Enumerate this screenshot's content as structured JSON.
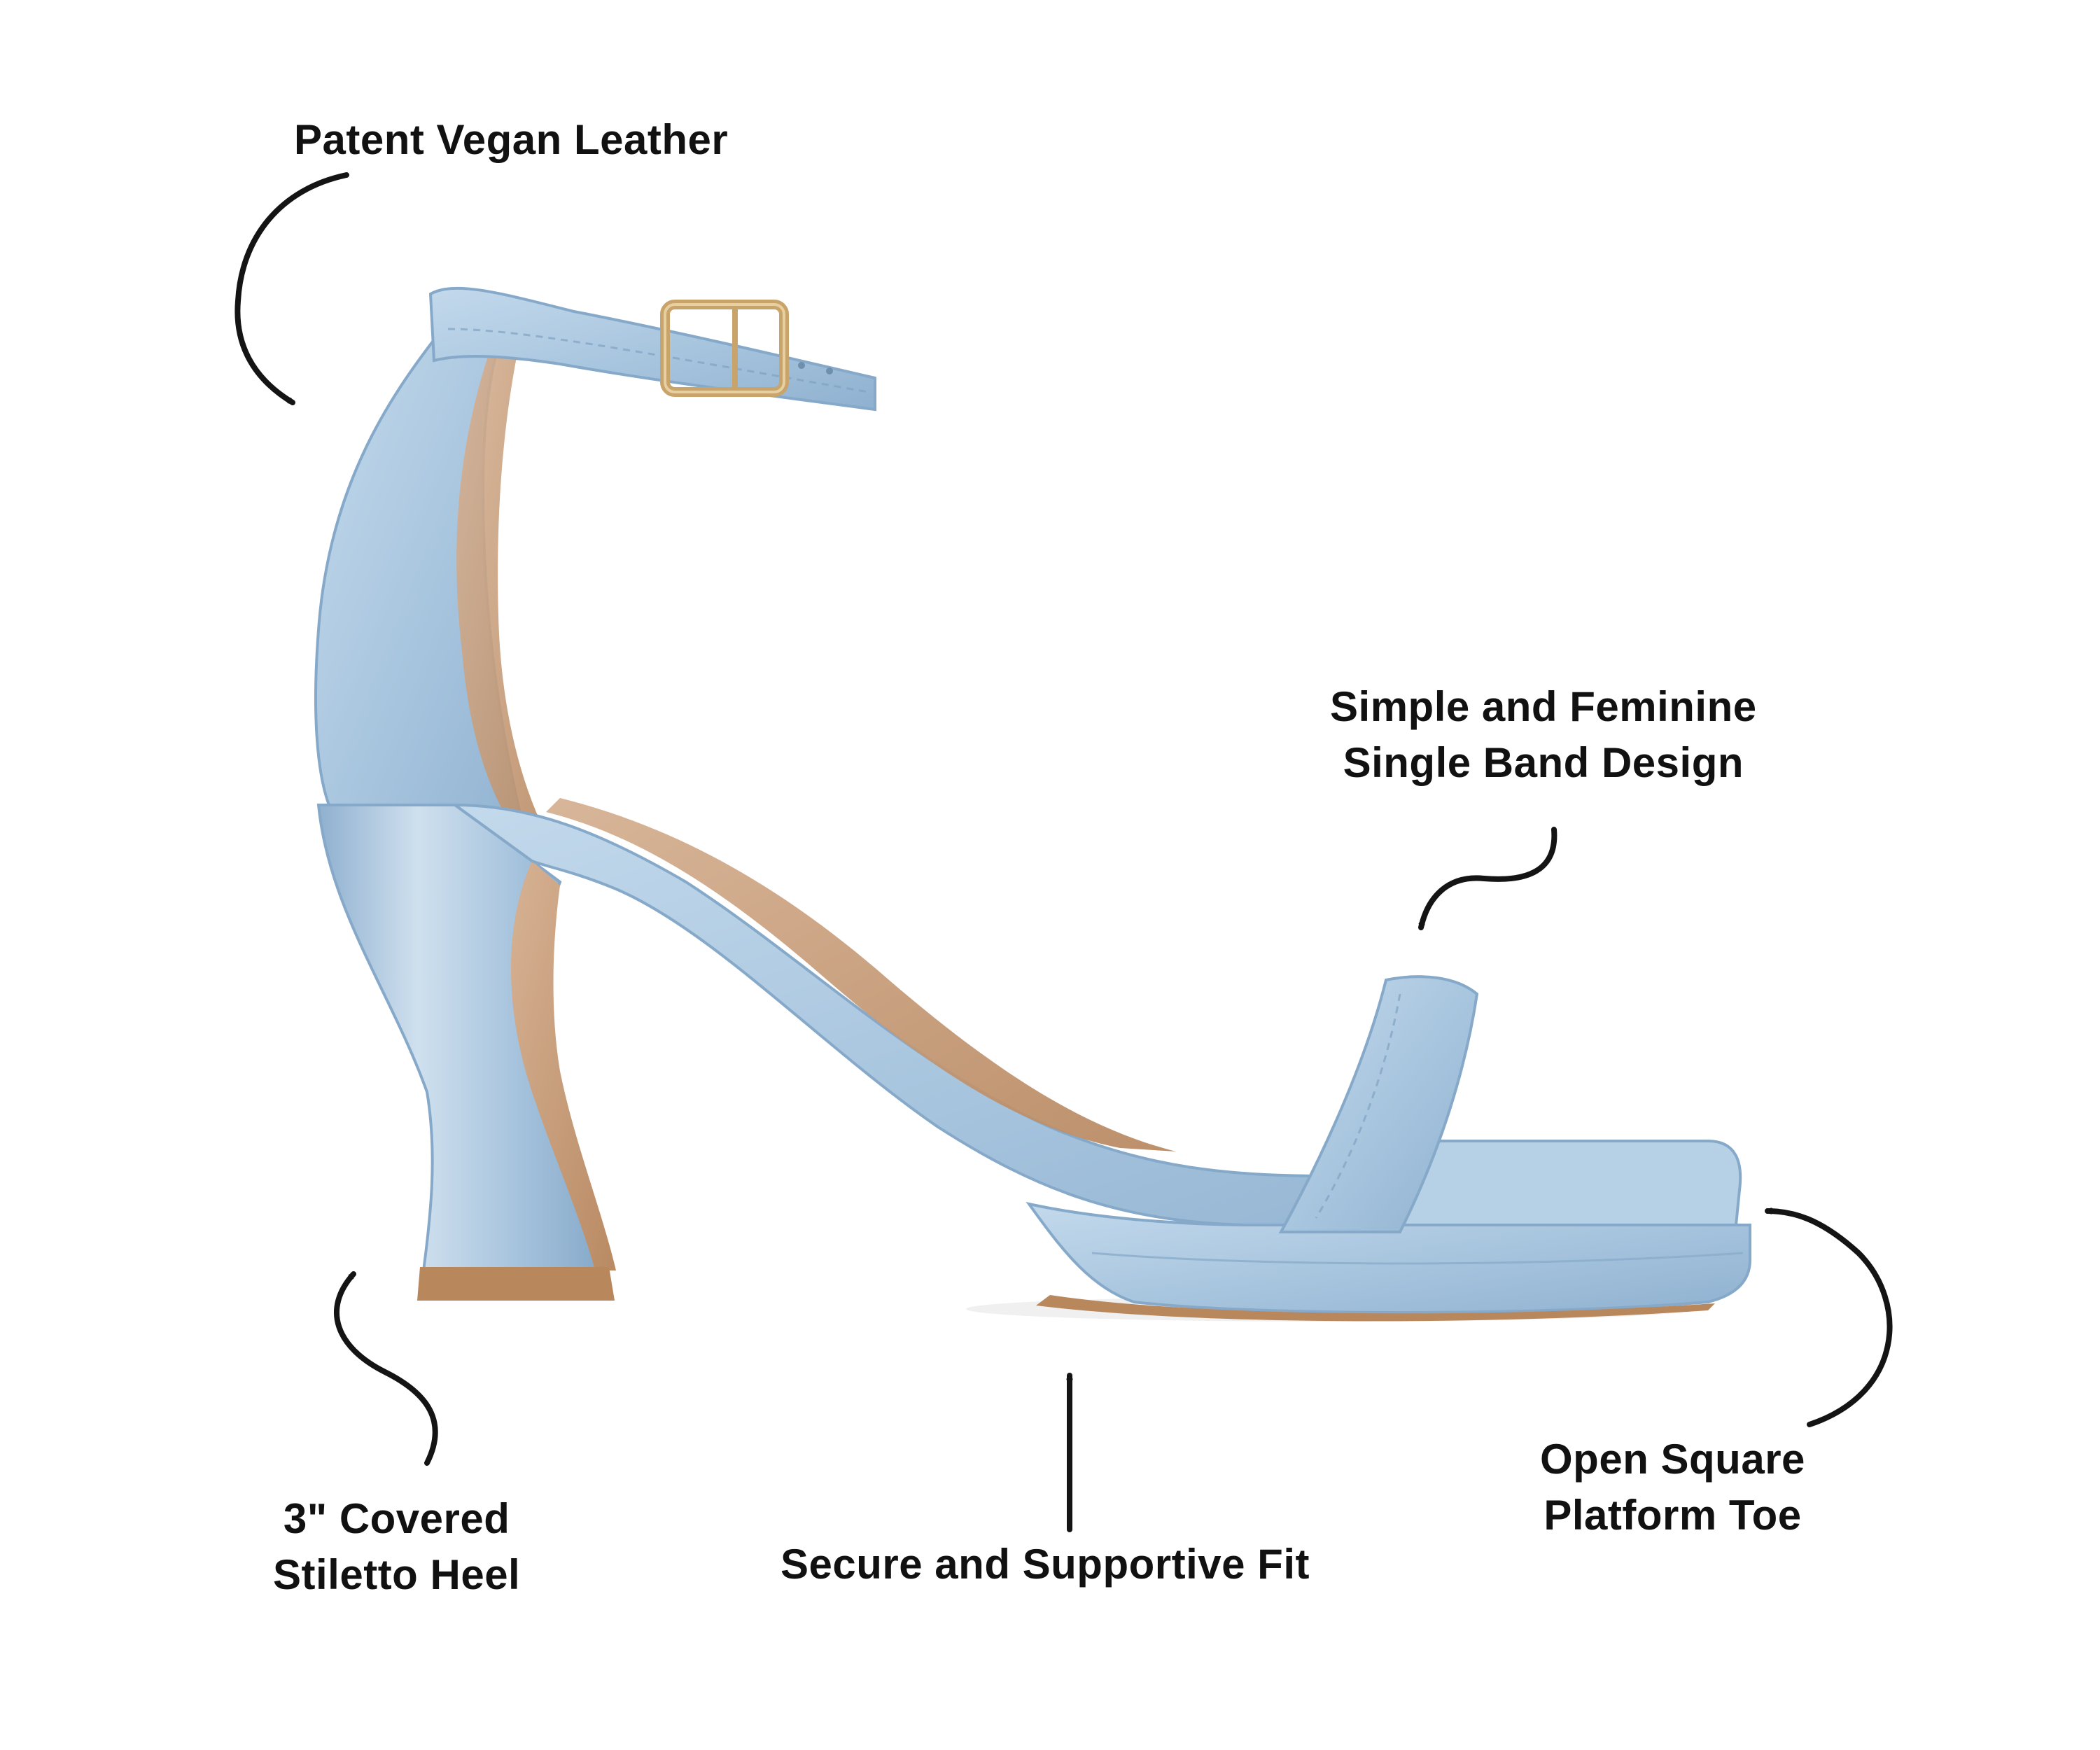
{
  "callouts": {
    "material": {
      "lines": [
        "Patent Vegan Leather"
      ]
    },
    "band": {
      "lines": [
        "Simple and Feminine",
        "Single Band Design"
      ]
    },
    "heel": {
      "lines": [
        "3\" Covered",
        "Stiletto Heel"
      ]
    },
    "fit": {
      "lines": [
        "Secure and Supportive Fit"
      ]
    },
    "toe": {
      "lines": [
        "Open Square",
        "Platform Toe"
      ]
    }
  },
  "colors": {
    "shoe_blue": "#a9c6df",
    "shoe_blue_dark": "#86a9c9",
    "shoe_blue_light": "#cfe0ee",
    "lining_tan": "#c79f7e",
    "sole_tan": "#b8875c",
    "buckle_gold": "#c9a46a",
    "arrow": "#141414",
    "text": "#111111"
  },
  "icons": [
    "curved-arrow-icon",
    "straight-arrow-icon",
    "buckle-icon"
  ]
}
